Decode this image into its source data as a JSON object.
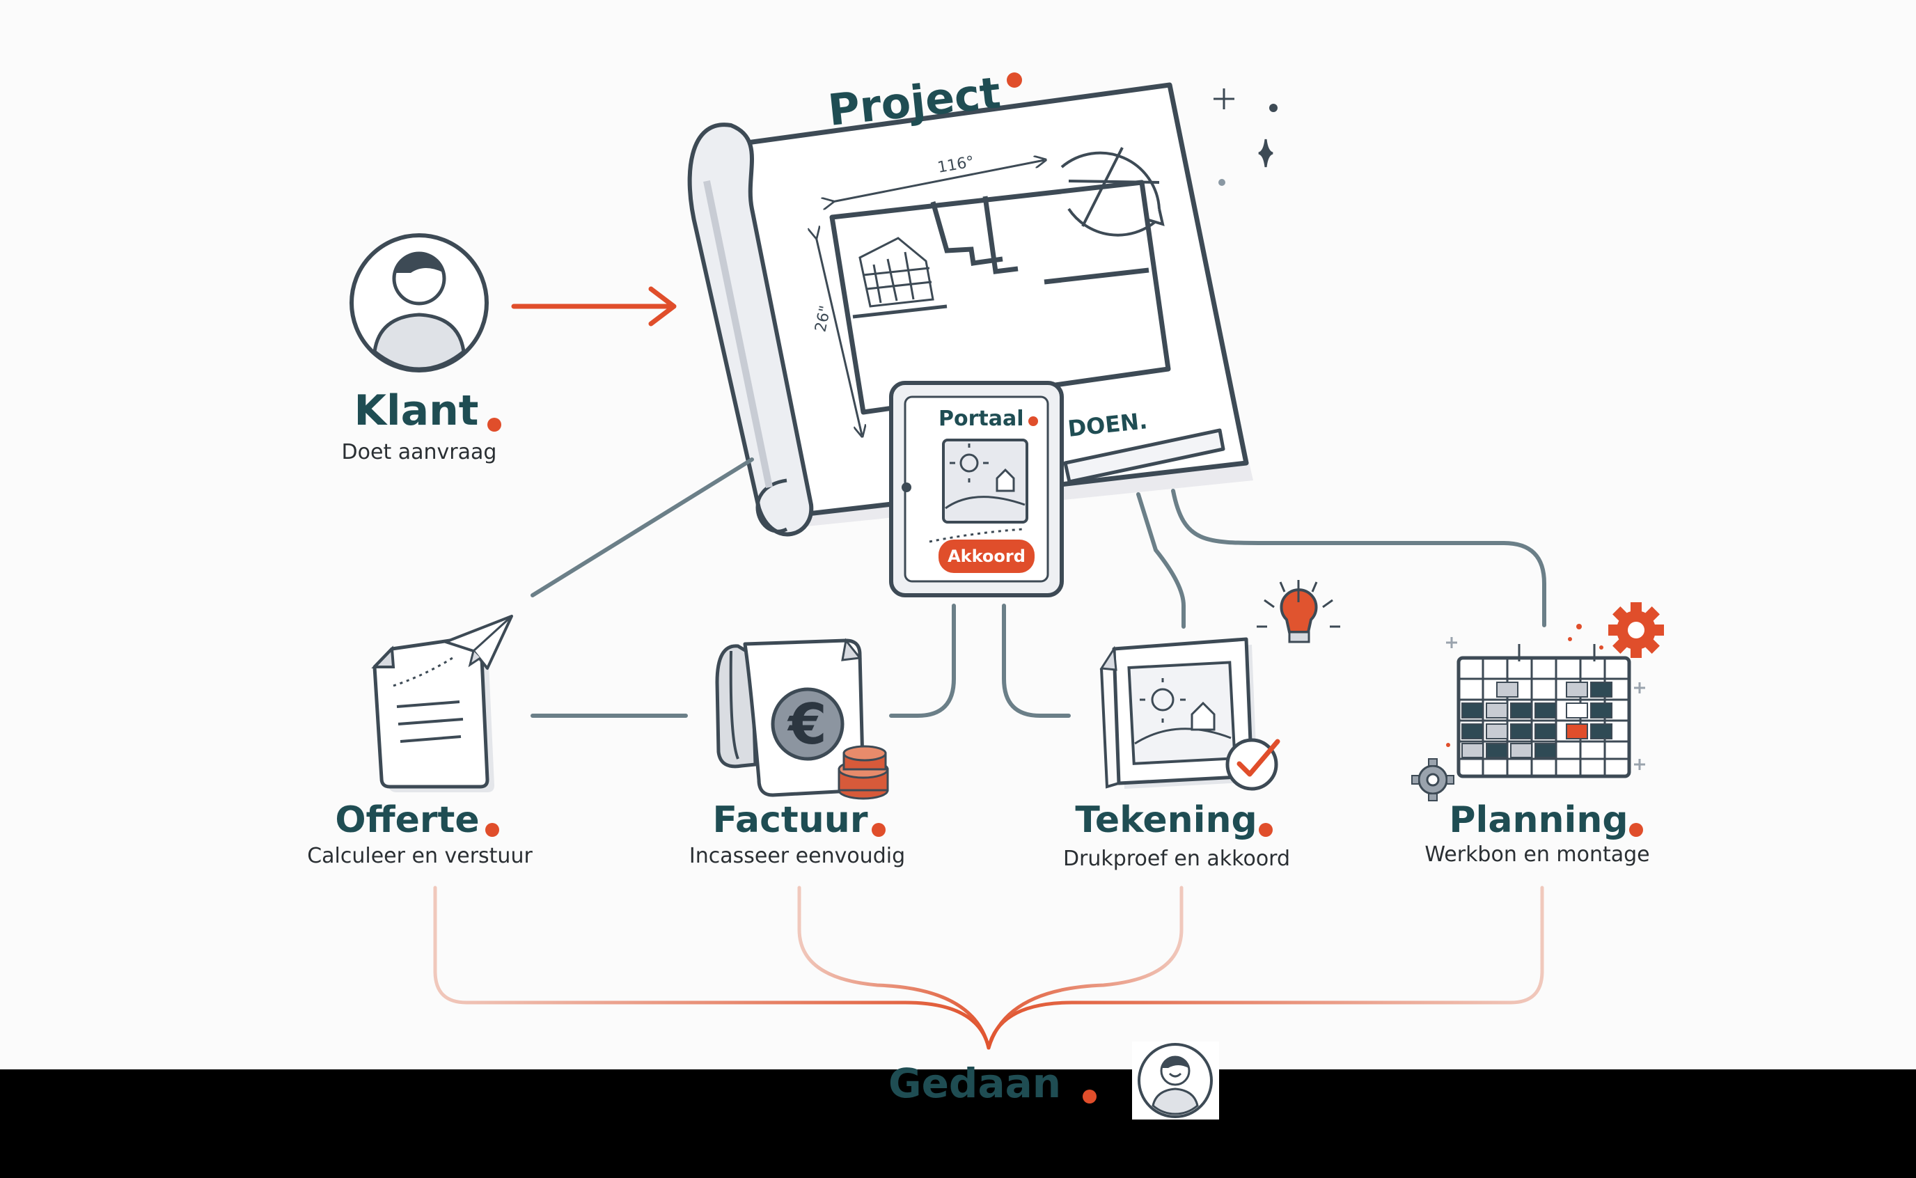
{
  "colors": {
    "accent": "#e04e2b",
    "teal": "#1f4d53",
    "line": "#6b7f88",
    "ink": "#3d4a55"
  },
  "project": {
    "title": "Project"
  },
  "blueprint": {
    "dimension_top": "116°",
    "dimension_side": "26\"",
    "brand": "DOEN."
  },
  "portal": {
    "title": "Portaal",
    "button": "Akkoord"
  },
  "klant": {
    "title": "Klant",
    "subtitle": "Doet aanvraag",
    "icon": "user-avatar-icon"
  },
  "steps": [
    {
      "title": "Offerte",
      "subtitle": "Calculeer en verstuur",
      "icon": "document-paper-plane-icon"
    },
    {
      "title": "Factuur",
      "subtitle": "Incasseer eenvoudig",
      "icon": "euro-invoice-coins-icon"
    },
    {
      "title": "Tekening",
      "subtitle": "Drukproef en akkoord",
      "icon": "drawing-approval-icon"
    },
    {
      "title": "Planning",
      "subtitle": "Werkbon en montage",
      "icon": "calendar-gear-icon"
    }
  ],
  "done": {
    "title": "Gedaan",
    "icon": "happy-user-icon"
  }
}
